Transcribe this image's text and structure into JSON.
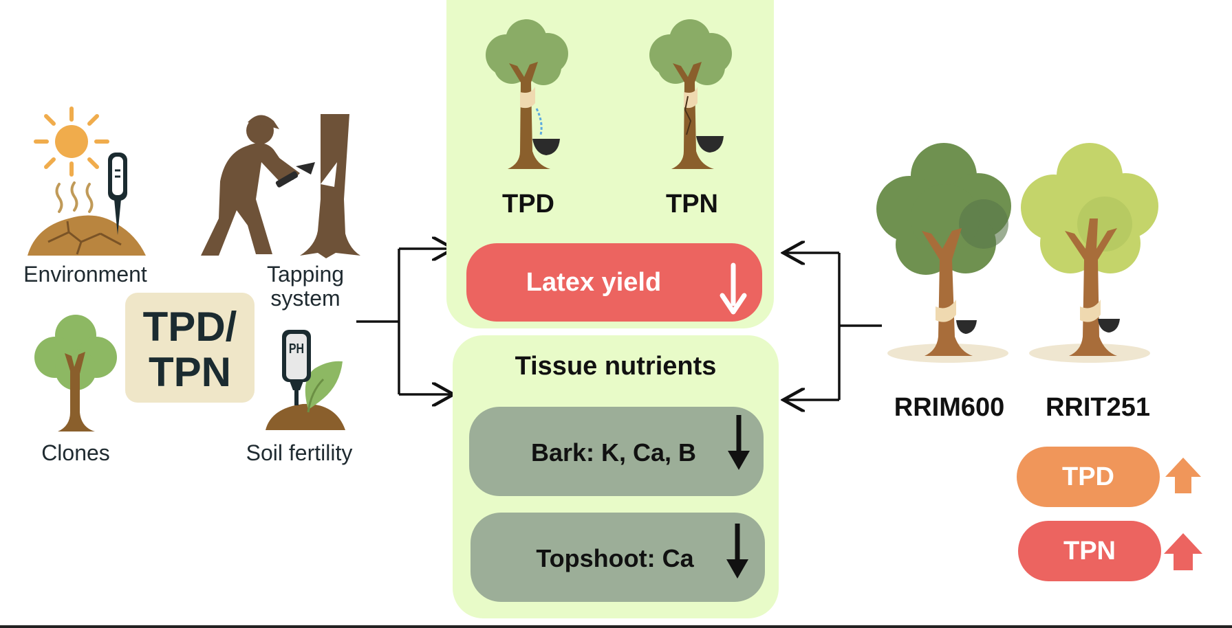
{
  "factors": {
    "environment": "Environment",
    "tapping_line1": "Tapping",
    "tapping_line2": "system",
    "clones": "Clones",
    "soil": "Soil fertility",
    "ph_text": "PH",
    "center_line1": "TPD/",
    "center_line2": "TPN"
  },
  "top_panel": {
    "tree1_label": "TPD",
    "tree2_label": "TPN",
    "yield_label": "Latex yield"
  },
  "bottom_panel": {
    "title": "Tissue nutrients",
    "bark": "Bark: K, Ca, B",
    "topshoot": "Topshoot: Ca"
  },
  "clones": {
    "clone1": "RRIM600",
    "clone2": "RRIT251"
  },
  "legend": {
    "tpd": "TPD",
    "tpn": "TPN"
  },
  "colors": {
    "panel_bg": "#e8fbc8",
    "latex_red": "#ec6460",
    "tpd_orange": "#f0965a",
    "tpn_red": "#ec6460",
    "nutrient_gray": "#9cae98",
    "center_box": "#efe6c8"
  }
}
